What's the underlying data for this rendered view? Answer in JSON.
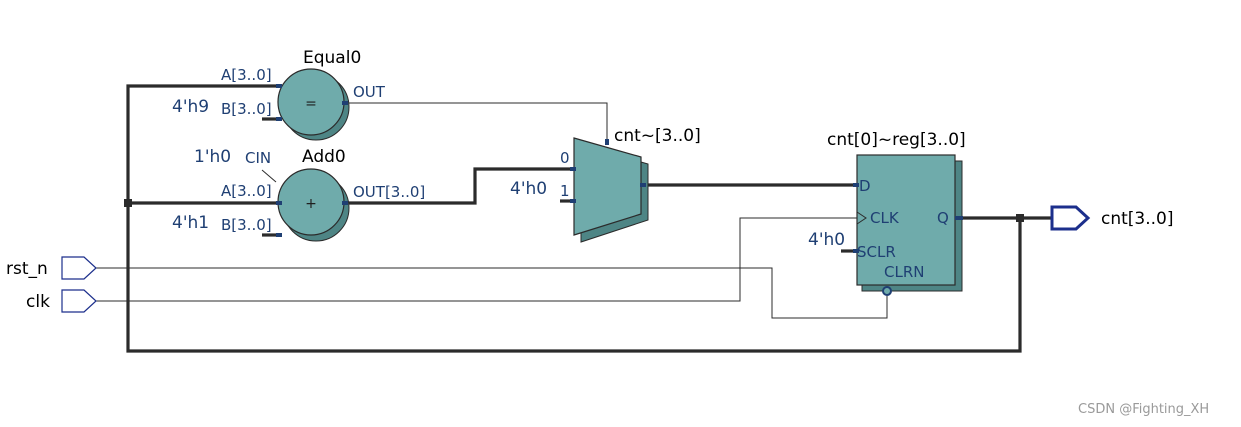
{
  "equal_block": {
    "name": "Equal0",
    "symbol": "=",
    "port_a": "A[3..0]",
    "port_b": "B[3..0]",
    "port_out": "OUT",
    "const_b": "4'h9"
  },
  "add_block": {
    "name": "Add0",
    "symbol": "+",
    "port_cin": "CIN",
    "port_a": "A[3..0]",
    "port_b": "B[3..0]",
    "port_out": "OUT[3..0]",
    "const_cin": "1'h0",
    "const_b": "4'h1"
  },
  "mux_block": {
    "name": "cnt~[3..0]",
    "input_0": "0",
    "input_1": "1",
    "const_1": "4'h0"
  },
  "reg_block": {
    "name": "cnt[0]~reg[3..0]",
    "port_d": "D",
    "port_clk": "CLK",
    "port_sclr": "SCLR",
    "port_clrn": "CLRN",
    "port_q": "Q",
    "const_sclr": "4'h0"
  },
  "inputs": {
    "rst_n": "rst_n",
    "clk": "clk"
  },
  "output": {
    "name": "cnt[3..0]"
  },
  "colors": {
    "block_fill": "#6fabab",
    "block_shadow": "#4e8585",
    "pin_text": "#1f3f73",
    "io_pin": "#1c2f8c"
  },
  "watermark": "CSDN @Fighting_XH"
}
